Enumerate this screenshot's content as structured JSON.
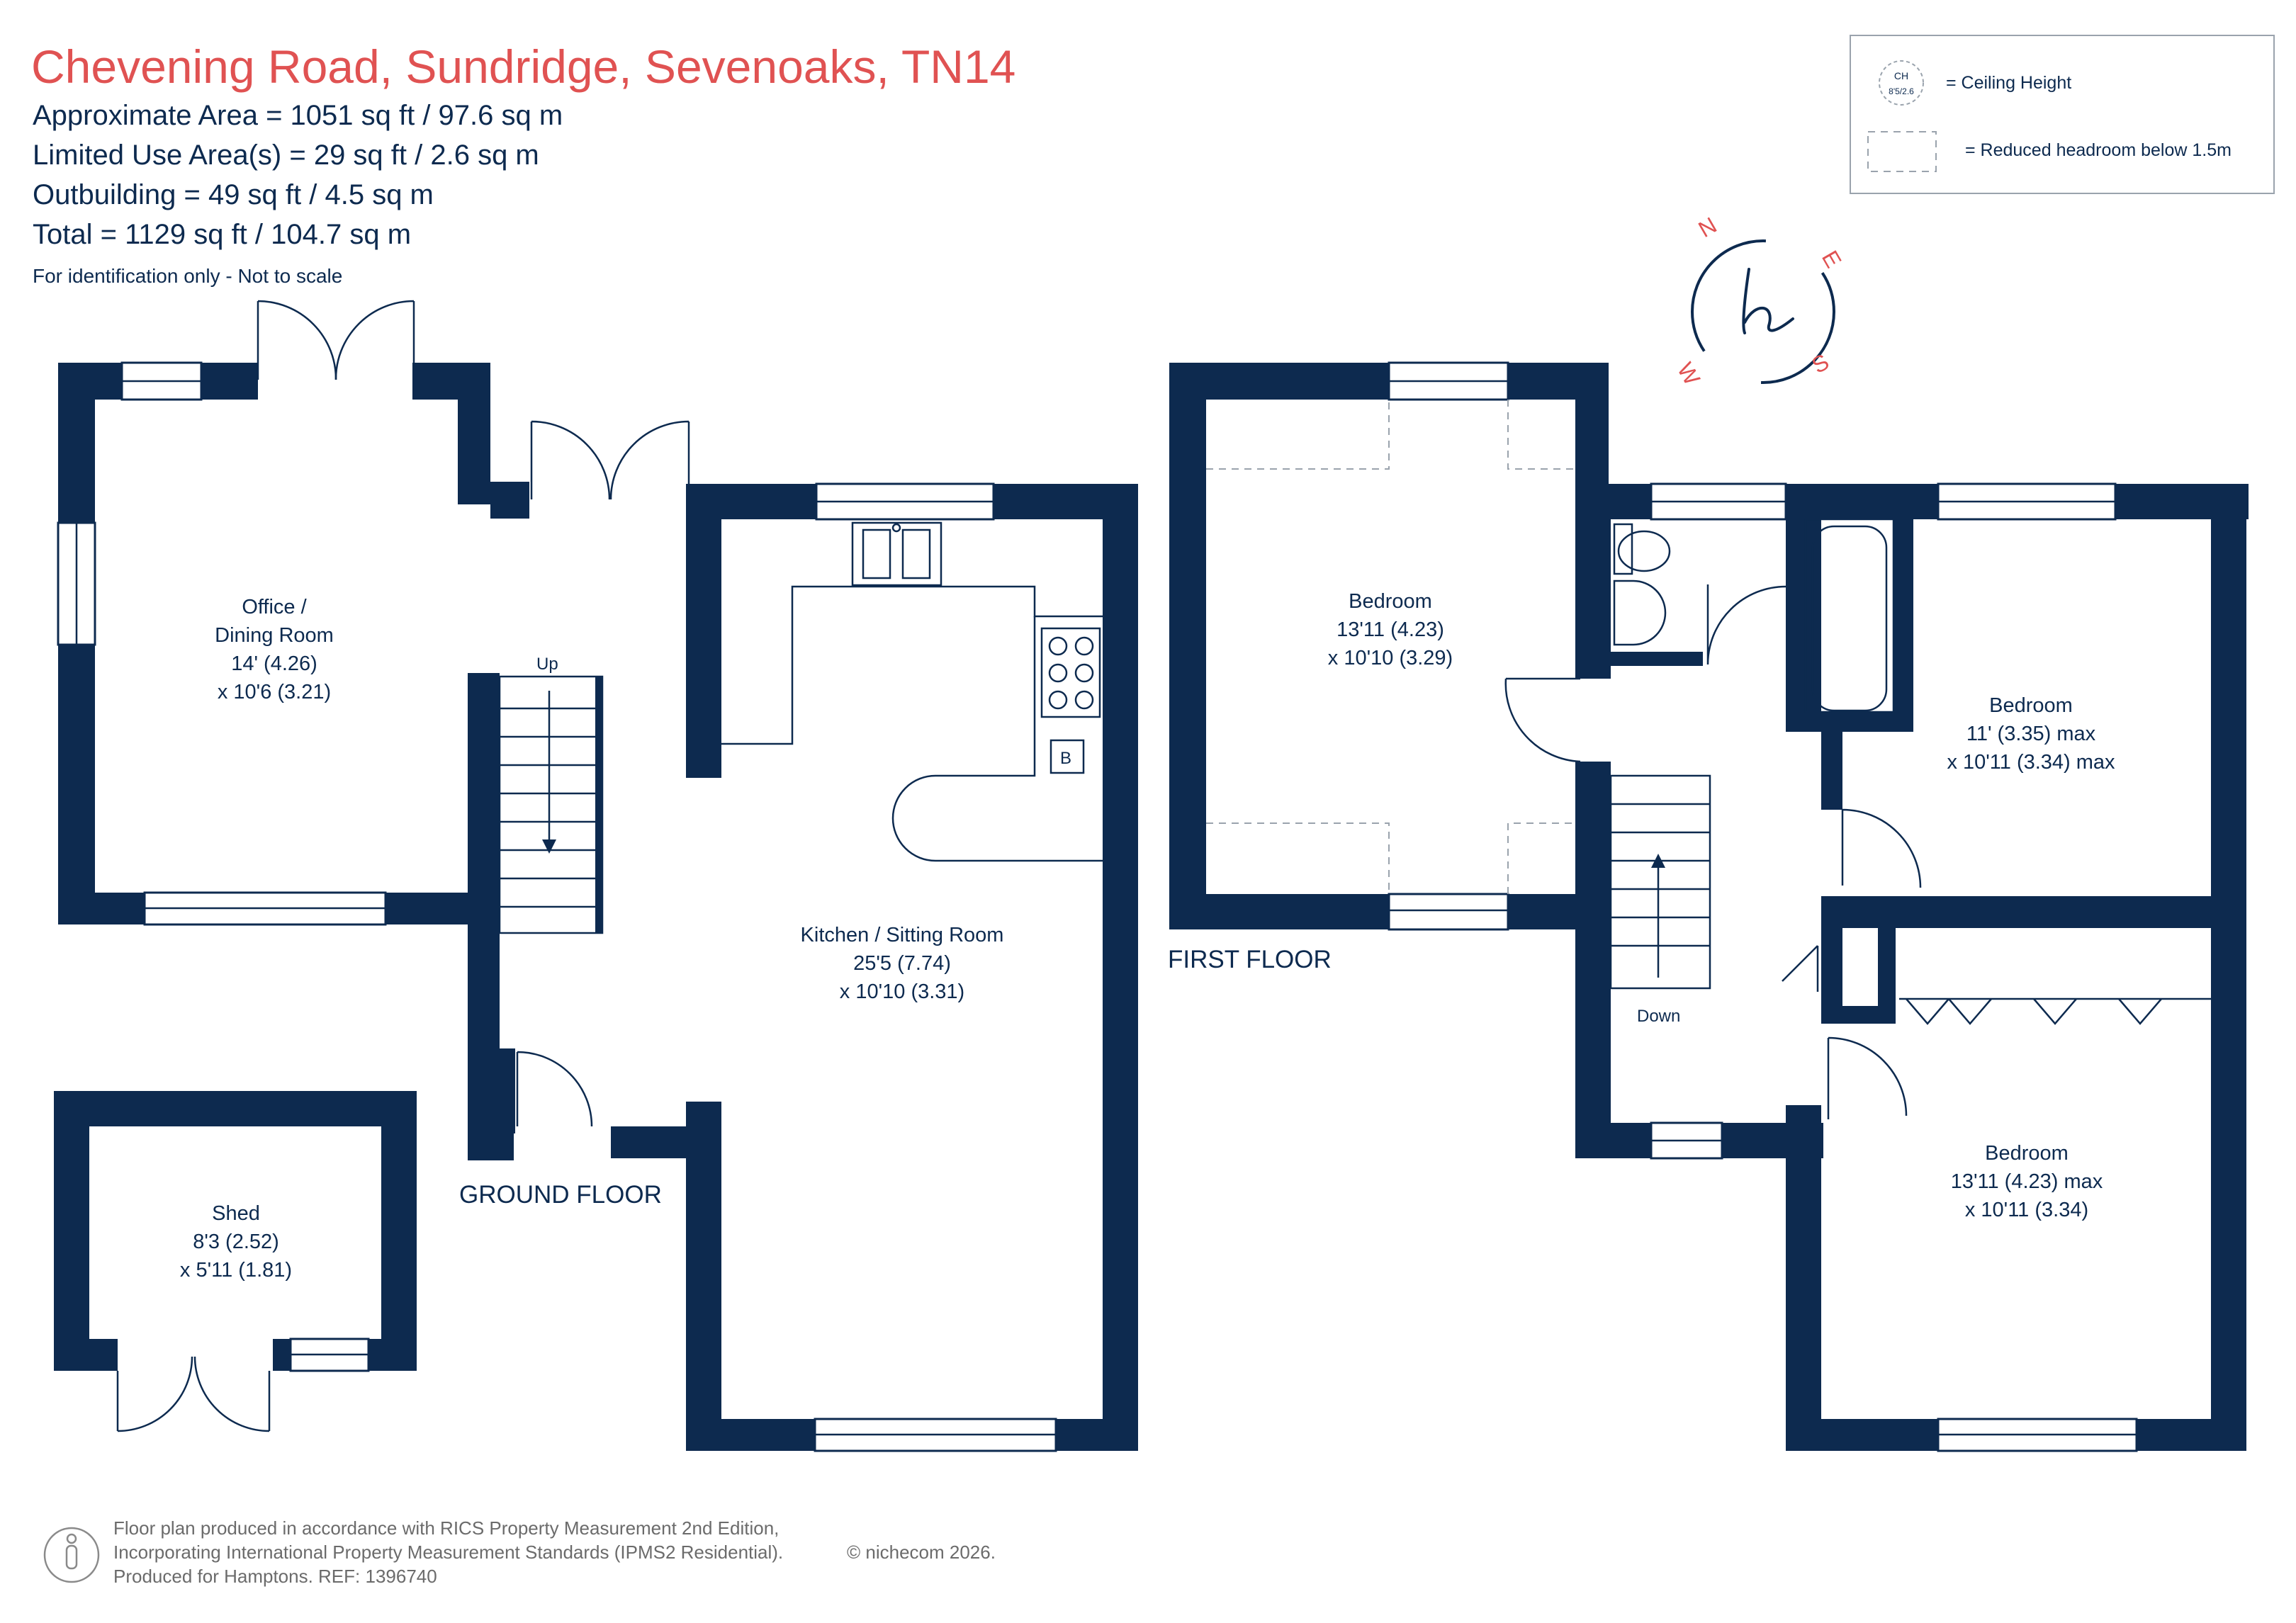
{
  "header": {
    "title": "Chevening Road, Sundridge, Sevenoaks, TN14",
    "lines": [
      "Approximate Area = 1051 sq ft / 97.6 sq m",
      "Limited Use Area(s) = 29 sq ft / 2.6 sq m",
      "Outbuilding = 49 sq ft / 4.5 sq m",
      "Total = 1129 sq ft / 104.7 sq m"
    ],
    "note": "For identification only - Not to scale"
  },
  "legend": {
    "ch_symbol_top": "CH",
    "ch_symbol_bottom": "8'5/2.6",
    "ceiling_label": "= Ceiling Height",
    "headroom_label": "= Reduced headroom below 1.5m"
  },
  "compass": {
    "n": "N",
    "e": "E",
    "s": "S",
    "w": "W",
    "logo": "h"
  },
  "ground_floor": {
    "label": "GROUND FLOOR",
    "up_label": "Up",
    "boiler_label": "B",
    "office": {
      "name1": "Office /",
      "name2": "Dining Room",
      "dim1": "14' (4.26)",
      "dim2": "x 10'6 (3.21)"
    },
    "kitchen": {
      "name": "Kitchen / Sitting Room",
      "dim1": "25'5 (7.74)",
      "dim2": "x 10'10 (3.31)"
    },
    "shed": {
      "name": "Shed",
      "dim1": "8'3 (2.52)",
      "dim2": "x 5'11 (1.81)"
    }
  },
  "first_floor": {
    "label": "FIRST FLOOR",
    "down_label": "Down",
    "bed1": {
      "name": "Bedroom",
      "dim1": "13'11 (4.23)",
      "dim2": "x 10'10 (3.29)"
    },
    "bed2": {
      "name": "Bedroom",
      "dim1": "11' (3.35) max",
      "dim2": "x 10'11 (3.34) max"
    },
    "bed3": {
      "name": "Bedroom",
      "dim1": "13'11 (4.23) max",
      "dim2": "x 10'11 (3.34)"
    }
  },
  "footer": {
    "line1": "Floor plan produced in accordance with RICS Property Measurement 2nd Edition,",
    "line2": "Incorporating International Property Measurement Standards (IPMS2 Residential).",
    "copyright": "© nichecom 2026.",
    "line3": "Produced for Hamptons.  REF: 1396740"
  }
}
